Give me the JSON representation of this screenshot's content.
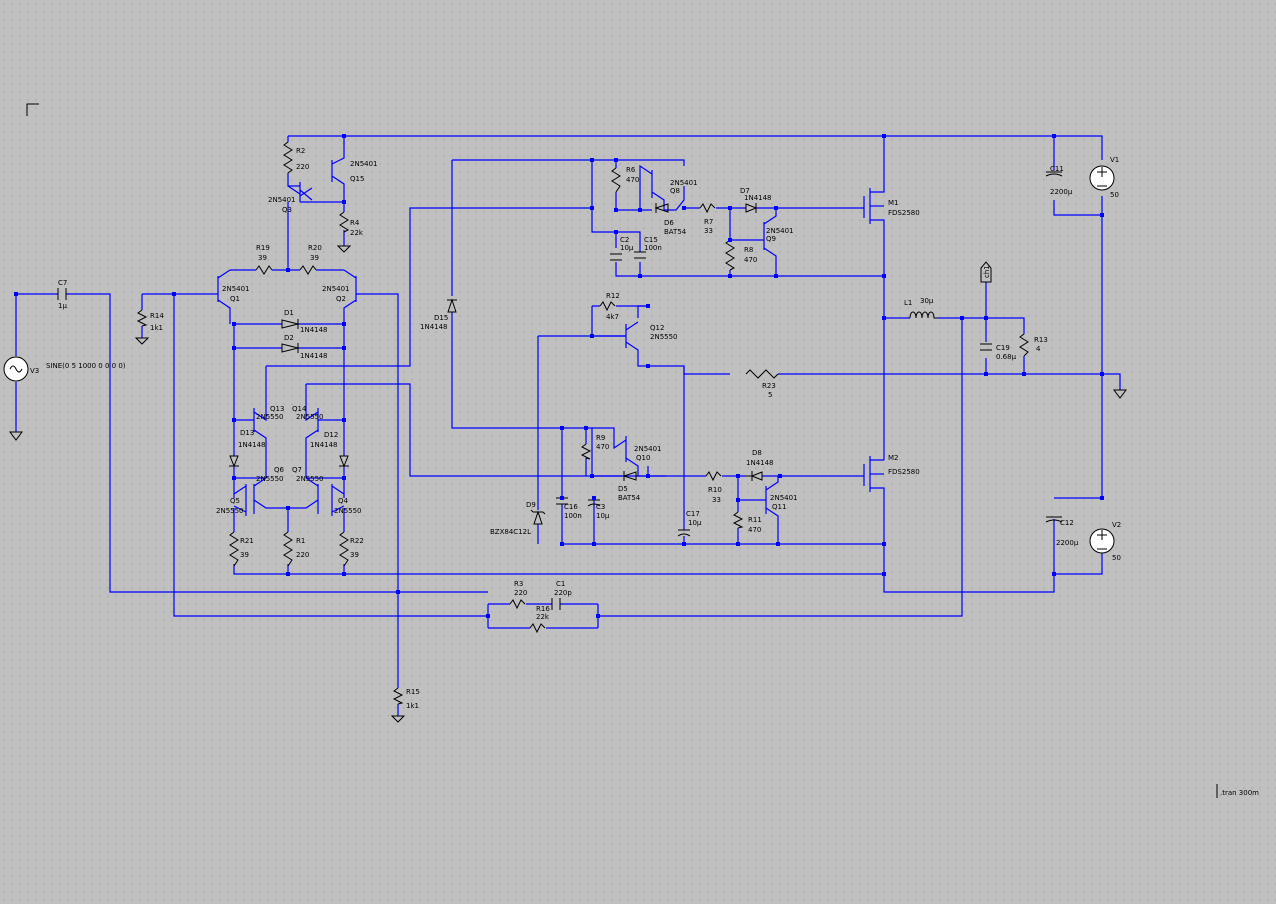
{
  "schematic": {
    "directive": ".tran 300m",
    "components": [
      {
        "ref": "R2",
        "value": "220"
      },
      {
        "ref": "Q15",
        "value": "2N5401"
      },
      {
        "ref": "Q3",
        "value": "2N5401"
      },
      {
        "ref": "R4",
        "value": "22k"
      },
      {
        "ref": "R19",
        "value": "39"
      },
      {
        "ref": "R20",
        "value": "39"
      },
      {
        "ref": "Q1",
        "value": "2N5401"
      },
      {
        "ref": "Q2",
        "value": "2N5401"
      },
      {
        "ref": "D1",
        "value": "1N4148"
      },
      {
        "ref": "D2",
        "value": "1N4148"
      },
      {
        "ref": "R14",
        "value": "1k1"
      },
      {
        "ref": "C7",
        "value": "1µ"
      },
      {
        "ref": "V3",
        "value": "SINE(0 5 1000 0 0 0 0)"
      },
      {
        "ref": "Q13",
        "value": "2N5550"
      },
      {
        "ref": "Q14",
        "value": "2N5550"
      },
      {
        "ref": "D13",
        "value": "1N4148"
      },
      {
        "ref": "D12",
        "value": "1N4148"
      },
      {
        "ref": "Q6",
        "value": "2N5550"
      },
      {
        "ref": "Q7",
        "value": "2N5550"
      },
      {
        "ref": "Q5",
        "value": "2N5550"
      },
      {
        "ref": "Q4",
        "value": "2N5550"
      },
      {
        "ref": "R21",
        "value": "39"
      },
      {
        "ref": "R1",
        "value": "220"
      },
      {
        "ref": "R22",
        "value": "39"
      },
      {
        "ref": "R3",
        "value": "220"
      },
      {
        "ref": "C1",
        "value": "220p"
      },
      {
        "ref": "R16",
        "value": "22k"
      },
      {
        "ref": "R15",
        "value": "1k1"
      },
      {
        "ref": "D15",
        "value": "1N4148"
      },
      {
        "ref": "R6",
        "value": "470"
      },
      {
        "ref": "Q8",
        "value": "2N5401"
      },
      {
        "ref": "D6",
        "value": "BAT54"
      },
      {
        "ref": "C2",
        "value": "10µ"
      },
      {
        "ref": "C15",
        "value": "100n"
      },
      {
        "ref": "R7",
        "value": "33"
      },
      {
        "ref": "D7",
        "value": "1N4148"
      },
      {
        "ref": "R8",
        "value": "470"
      },
      {
        "ref": "Q9",
        "value": "2N5401"
      },
      {
        "ref": "M1",
        "value": "FDS2580"
      },
      {
        "ref": "C11",
        "value": "2200µ"
      },
      {
        "ref": "V1",
        "value": "50"
      },
      {
        "ref": "R12",
        "value": "4k7"
      },
      {
        "ref": "Q12",
        "value": "2N5550"
      },
      {
        "ref": "R23",
        "value": "5"
      },
      {
        "ref": "L1",
        "value": "30µ"
      },
      {
        "ref": "C19",
        "value": "0.68µ"
      },
      {
        "ref": "R13",
        "value": "4"
      },
      {
        "ref": "R9",
        "value": "470"
      },
      {
        "ref": "Q10",
        "value": "2N5401"
      },
      {
        "ref": "D5",
        "value": "BAT54"
      },
      {
        "ref": "D9",
        "value": "BZX84C12L"
      },
      {
        "ref": "C16",
        "value": "100n"
      },
      {
        "ref": "C3",
        "value": "10µ"
      },
      {
        "ref": "C17",
        "value": "10µ"
      },
      {
        "ref": "R10",
        "value": "33"
      },
      {
        "ref": "D8",
        "value": "1N4148"
      },
      {
        "ref": "R11",
        "value": "470"
      },
      {
        "ref": "Q11",
        "value": "2N5401"
      },
      {
        "ref": "M2",
        "value": "FDS2580"
      },
      {
        "ref": "C12",
        "value": "2200µ"
      },
      {
        "ref": "V2",
        "value": "50"
      }
    ],
    "net_labels": [
      {
        "name": "ch1"
      }
    ]
  }
}
